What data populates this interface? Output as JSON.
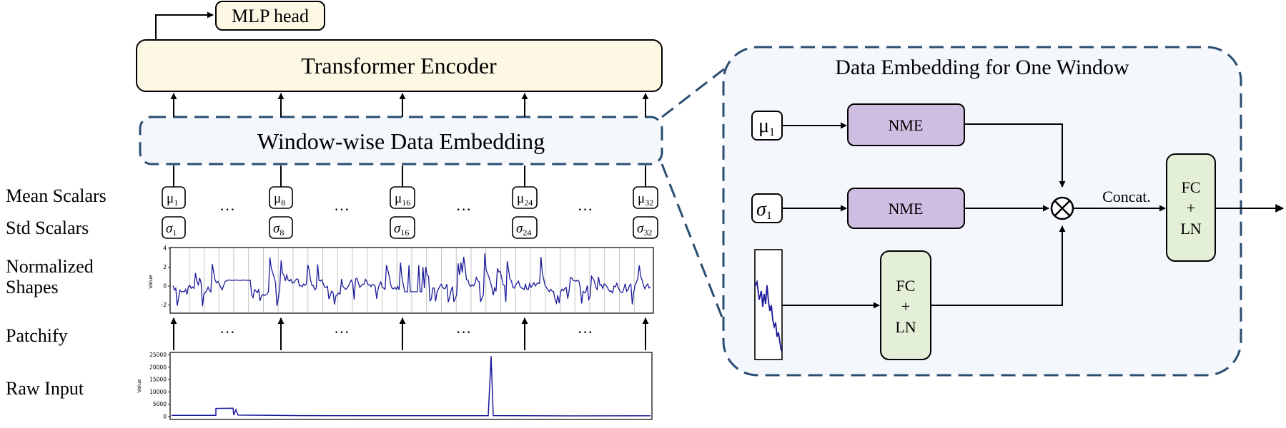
{
  "left": {
    "mlp_head": "MLP head",
    "transformer_encoder": "Transformer Encoder",
    "window_embedding": "Window-wise Data Embedding",
    "row_labels": {
      "mean": "Mean Scalars",
      "std": "Std Scalars",
      "shapes_line1": "Normalized",
      "shapes_line2": "Shapes",
      "patchify": "Patchify",
      "raw": "Raw Input"
    },
    "mu_symbol": "μ",
    "sigma_symbol": "σ",
    "token_indices": [
      "1",
      "8",
      "16",
      "24",
      "32"
    ],
    "ellipsis": "···",
    "shapes_plot": {
      "ylabel": "Value",
      "yticks": [
        "4",
        "2",
        "0",
        "-2"
      ]
    },
    "raw_plot": {
      "ylabel": "Value",
      "yticks": [
        "25000",
        "20000",
        "15000",
        "10000",
        "5000",
        "0"
      ]
    }
  },
  "right": {
    "title": "Data Embedding for One Window",
    "mu_symbol": "μ",
    "mu_index": "1",
    "sigma_symbol": "σ",
    "sigma_index": "1",
    "nme_label": "NME",
    "fc_ln": [
      "FC",
      "+",
      "LN"
    ],
    "concat_label": "Concat.",
    "otimes": "⊗"
  },
  "colors": {
    "encoder_fill": "#fdf8e4",
    "embed_fill": "#f4f7fc",
    "dashed_border": "#2a4d72",
    "nme_fill": "#d0bde2",
    "fc_fill": "#e4efd8",
    "series": "#1a1a9a"
  }
}
